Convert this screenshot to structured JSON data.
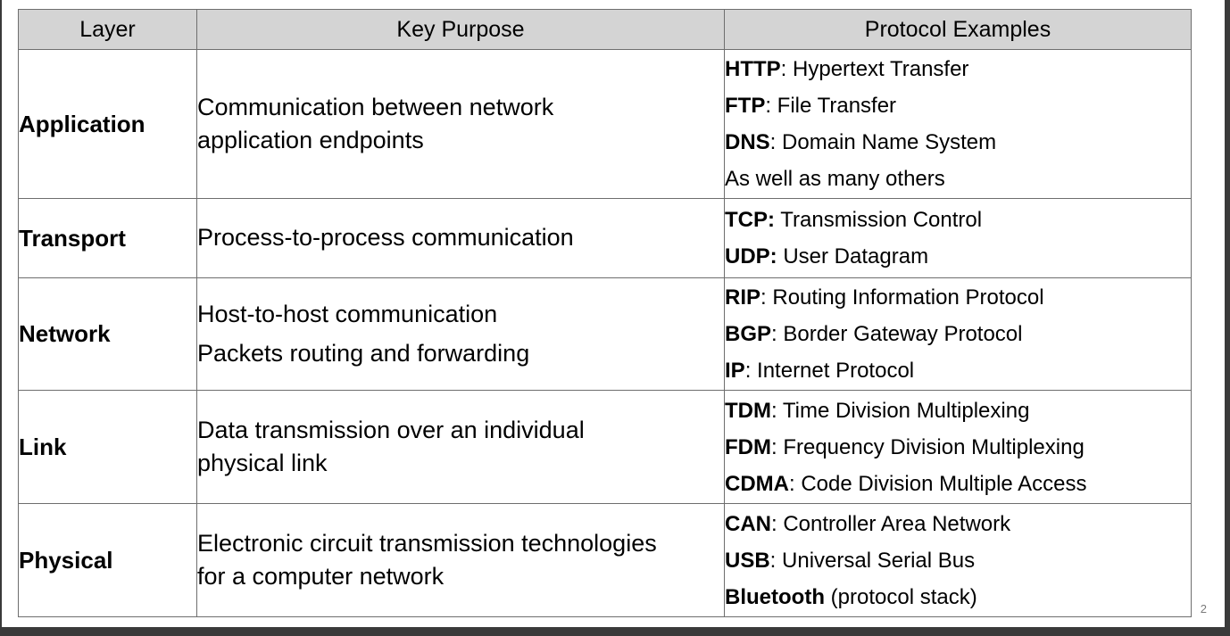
{
  "table": {
    "headers": {
      "layer": "Layer",
      "purpose": "Key Purpose",
      "protocols": "Protocol Examples"
    },
    "rows": [
      {
        "layer": "Application",
        "purpose": [
          "Communication between network",
          "application endpoints"
        ],
        "protocols": [
          {
            "name": "HTTP",
            "sep": ": ",
            "desc": "Hypertext Transfer"
          },
          {
            "name": "FTP",
            "sep": ": ",
            "desc": "File Transfer"
          },
          {
            "name": "DNS",
            "sep": ": ",
            "desc": "Domain Name System"
          },
          {
            "name": "",
            "sep": "",
            "desc": "As well as many others"
          }
        ]
      },
      {
        "layer": "Transport",
        "purpose": [
          "Process-to-process communication"
        ],
        "protocols": [
          {
            "name": "TCP:",
            "sep": " ",
            "desc": "Transmission Control"
          },
          {
            "name": "UDP:",
            "sep": " ",
            "desc": "User Datagram"
          }
        ]
      },
      {
        "layer": "Network",
        "purpose": [
          "Host-to-host communication",
          "Packets routing and forwarding"
        ],
        "protocols": [
          {
            "name": "RIP",
            "sep": ": ",
            "desc": "Routing Information Protocol"
          },
          {
            "name": "BGP",
            "sep": ": ",
            "desc": "Border Gateway Protocol"
          },
          {
            "name": "IP",
            "sep": ": ",
            "desc": "Internet Protocol"
          }
        ]
      },
      {
        "layer": "Link",
        "purpose": [
          "Data transmission over an individual",
          "physical link"
        ],
        "protocols": [
          {
            "name": "TDM",
            "sep": ": ",
            "desc": "Time Division Multiplexing"
          },
          {
            "name": "FDM",
            "sep": ": ",
            "desc": "Frequency Division Multiplexing"
          },
          {
            "name": "CDMA",
            "sep": ": ",
            "desc": "Code Division Multiple Access"
          }
        ]
      },
      {
        "layer": "Physical",
        "purpose": [
          "Electronic circuit transmission technologies",
          "for a computer network"
        ],
        "protocols": [
          {
            "name": "CAN",
            "sep": ": ",
            "desc": "Controller Area Network"
          },
          {
            "name": "USB",
            "sep": ": ",
            "desc": "Universal Serial Bus"
          },
          {
            "name": "Bluetooth",
            "sep": " ",
            "desc": "(protocol stack)"
          }
        ]
      }
    ]
  },
  "page_number": "2",
  "colors": {
    "header_bg": "#d4d4d4",
    "border": "#6e6e6e",
    "frame": "#3a3a3a"
  }
}
